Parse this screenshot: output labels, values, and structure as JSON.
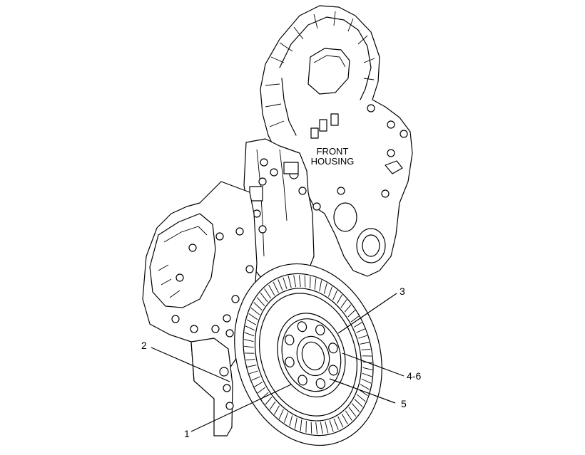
{
  "diagram": {
    "housing_label_line1": "FRONT",
    "housing_label_line2": "HOUSING",
    "callouts": [
      {
        "id": "1",
        "label": "1"
      },
      {
        "id": "2",
        "label": "2"
      },
      {
        "id": "3",
        "label": "3"
      },
      {
        "id": "4-6",
        "label": "4-6"
      },
      {
        "id": "5",
        "label": "5"
      }
    ]
  }
}
